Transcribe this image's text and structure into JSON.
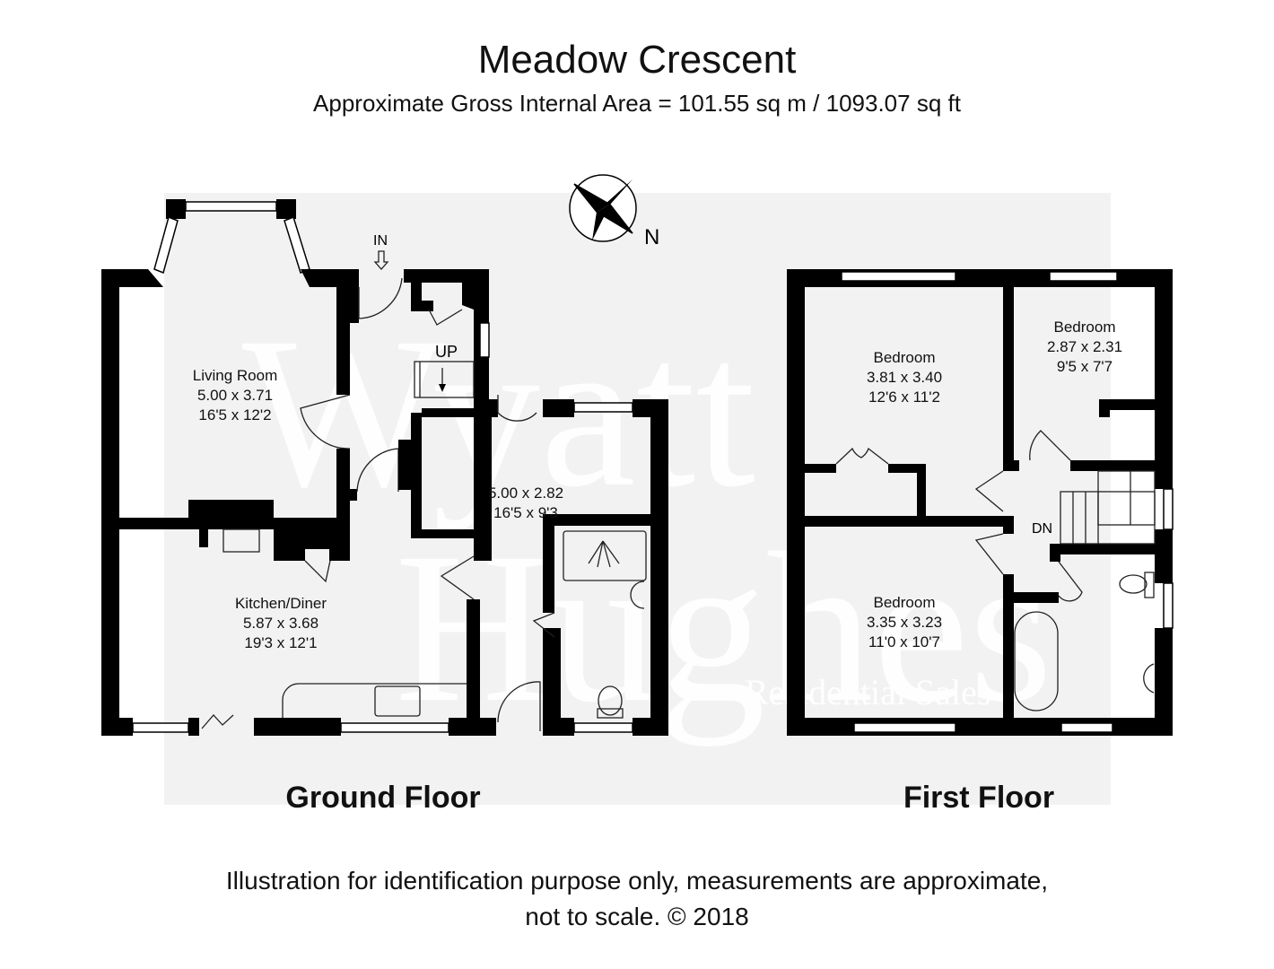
{
  "header": {
    "title": "Meadow Crescent",
    "subtitle": "Approximate Gross Internal Area = 101.55 sq m / 1093.07 sq ft"
  },
  "compass": {
    "label": "N"
  },
  "watermark": {
    "line1": "Wyatt",
    "line2": "Hughes",
    "line3": "Residential Sales"
  },
  "ground_floor": {
    "label": "Ground Floor",
    "entry_label": "IN",
    "stairs_label": "UP",
    "rooms": [
      {
        "name": "Living Room",
        "metric": "5.00 x 3.71",
        "imperial": "16'5 x 12'2"
      },
      {
        "name": "Kitchen/Diner",
        "metric": "5.87 x 3.68",
        "imperial": "19'3 x 12'1"
      },
      {
        "name": "",
        "metric": "5.00 x 2.82",
        "imperial": "16'5 x 9'3"
      }
    ]
  },
  "first_floor": {
    "label": "First Floor",
    "stairs_label": "DN",
    "rooms": [
      {
        "name": "Bedroom",
        "metric": "3.81 x 3.40",
        "imperial": "12'6 x 11'2"
      },
      {
        "name": "Bedroom",
        "metric": "2.87 x 2.31",
        "imperial": "9'5 x 7'7"
      },
      {
        "name": "Bedroom",
        "metric": "3.35 x 3.23",
        "imperial": "11'0 x 10'7"
      }
    ]
  },
  "footer": {
    "line1": "Illustration for identification purpose only, measurements are approximate,",
    "line2": "not to scale. © 2018"
  }
}
